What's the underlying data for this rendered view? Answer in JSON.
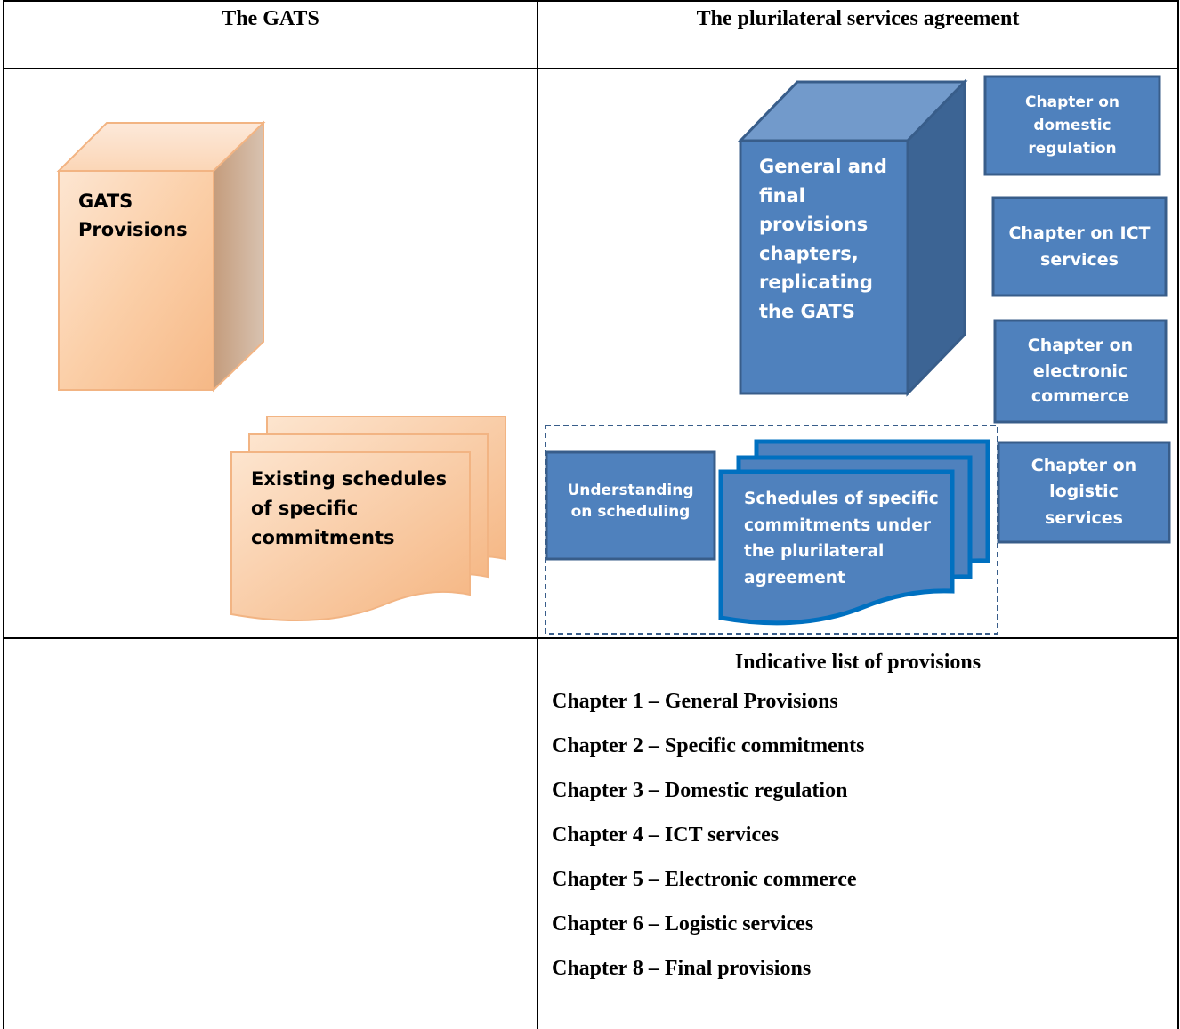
{
  "table": {
    "left_header": "The GATS",
    "right_header": "The plurilateral services agreement"
  },
  "gats": {
    "provisions_label": "GATS\nProvisions",
    "schedules_label": "Existing schedules\nof specific\ncommitments"
  },
  "plurilateral": {
    "general_label": "General and\nfinal\nprovisions\nchapters,\nreplicating\nthe GATS",
    "chapters": [
      "Chapter on\ndomestic\nregulation",
      "Chapter on ICT\nservices",
      "Chapter on\nelectronic\ncommerce",
      "Chapter on\nlogistic\nservices"
    ],
    "understanding_label": "Understanding\non scheduling",
    "schedules_label": "Schedules of specific\ncommitments under\nthe plurilateral\nagreement"
  },
  "indicative": {
    "title": "Indicative list of provisions",
    "items": [
      "Chapter 1 – General Provisions",
      "Chapter 2 – Specific commitments",
      "Chapter 3 – Domestic regulation",
      "Chapter 4 – ICT services",
      "Chapter 5 – Electronic commerce",
      "Chapter 6 – Logistic services",
      "Chapter 8 – Final provisions"
    ]
  },
  "colors": {
    "orange_front": "#fbd3b0",
    "orange_side": "#c9a888",
    "orange_border": "#f2b483",
    "blue_fill": "#4f81bd",
    "blue_dark": "#3c6494",
    "blue_border": "#385d8a",
    "blue_bright_border": "#0070c0"
  }
}
